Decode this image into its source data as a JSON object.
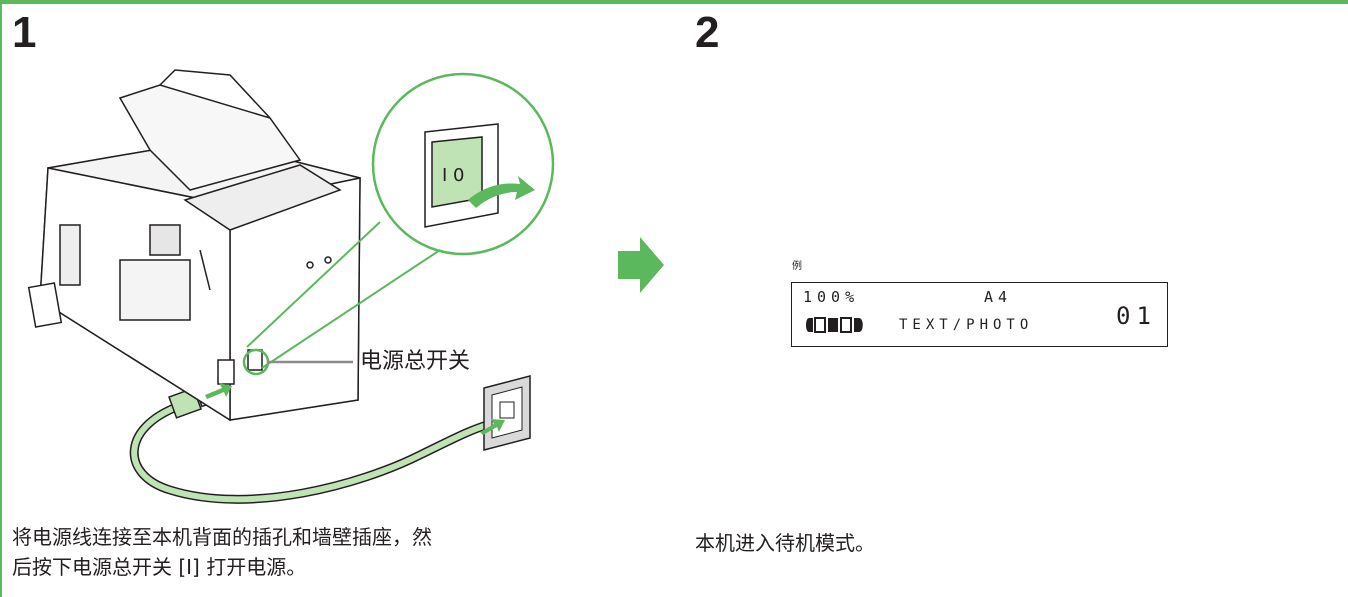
{
  "colors": {
    "accent": "#5cb85c",
    "text": "#231f20"
  },
  "step1": {
    "number": "1",
    "callout_label": "电源总开关",
    "switch_symbol": "I 0",
    "caption_line1": "将电源线连接至本机背面的插孔和墙壁插座，然",
    "caption_line2": "后按下电源总开关 [I] 打开电源。"
  },
  "step2": {
    "number": "2",
    "example_label": "例",
    "lcd": {
      "zoom": "100%",
      "paper": "A4",
      "mode": "TEXT/PHOTO",
      "copies": "01",
      "density_icon": "density-bar-icon"
    },
    "caption": "本机进入待机模式。"
  },
  "icons": [
    "power-switch-icon",
    "next-step-arrow-icon",
    "printer-illustration",
    "wall-outlet-icon",
    "power-cord-icon"
  ]
}
